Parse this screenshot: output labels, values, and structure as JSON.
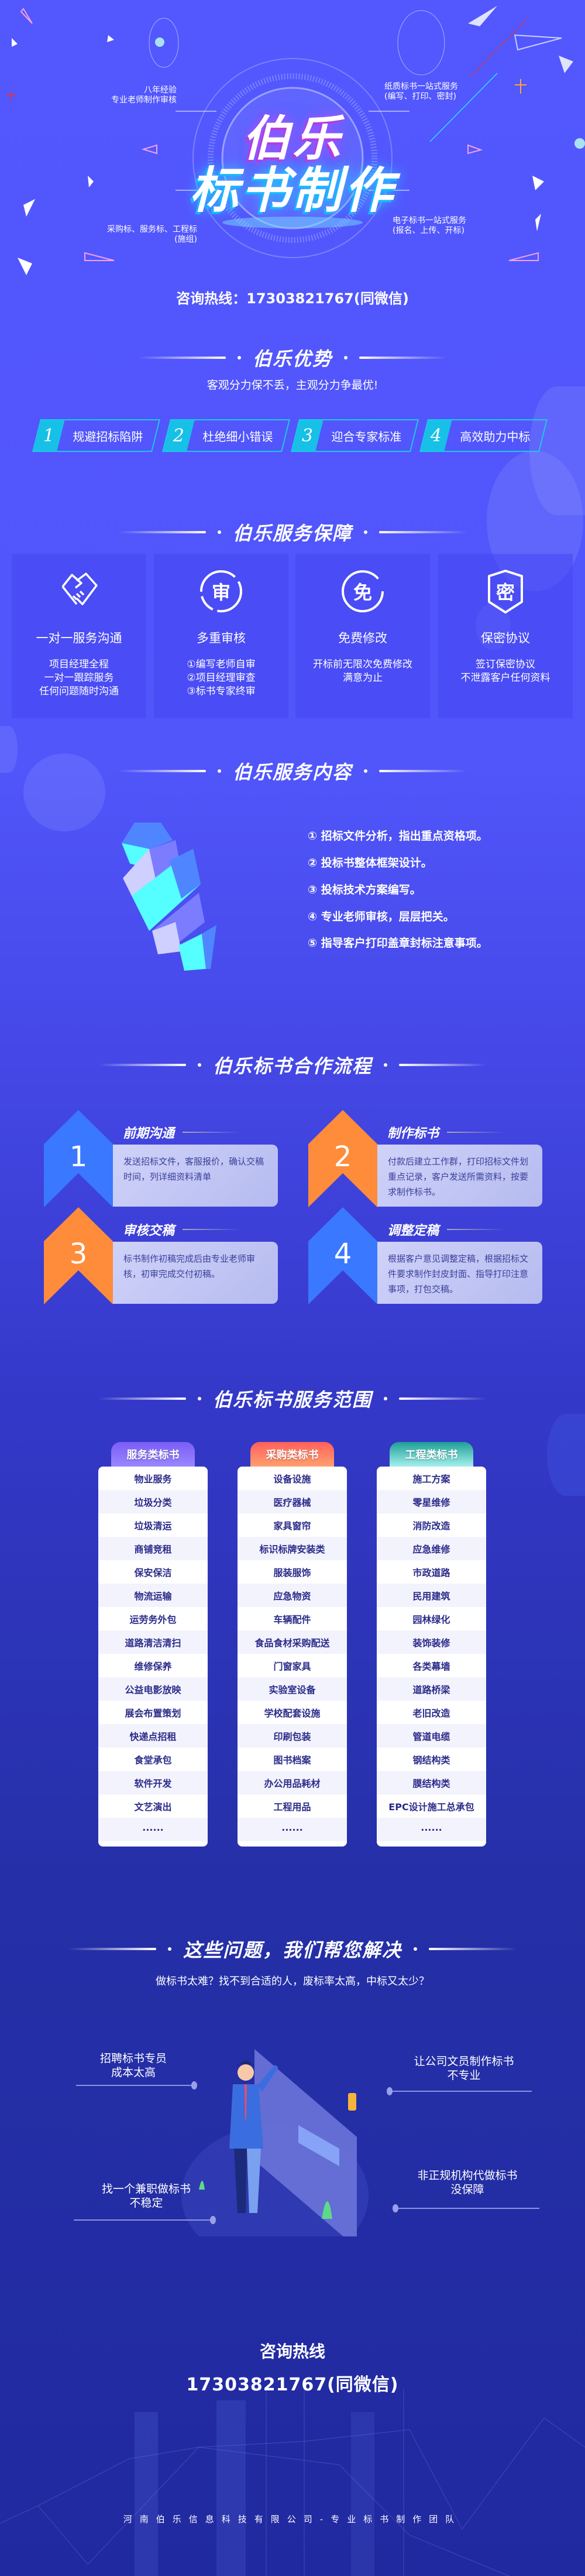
{
  "hero": {
    "title_line1": "伯乐",
    "title_line2": "标书制作",
    "labels": [
      {
        "line1": "八年经验",
        "line2": "专业老师制作审核"
      },
      {
        "line1": "纸质标书一站式服务",
        "line2": "(编写、打印、密封)"
      },
      {
        "line1": "采购标、服务标、工程标",
        "line2": "(施组)"
      },
      {
        "line1": "电子标书一站式服务",
        "line2": "(报名、上传、开标)"
      }
    ],
    "hotline": "咨询热线：17303821767(同微信)"
  },
  "advantages": {
    "title": "伯乐优势",
    "subtitle": "客观分力保不丢，主观分力争最优!",
    "items": [
      {
        "num": "1",
        "label": "规避招标陷阱"
      },
      {
        "num": "2",
        "label": "杜绝细小错误"
      },
      {
        "num": "3",
        "label": "迎合专家标准"
      },
      {
        "num": "4",
        "label": "高效助力中标"
      }
    ]
  },
  "guarantee": {
    "title": "伯乐服务保障",
    "cards": [
      {
        "icon": "handshake-icon",
        "icon_text": "",
        "heading": "一对一服务沟通",
        "lines": [
          "项目经理全程",
          "一对一跟踪服务",
          "任何问题随时沟通"
        ]
      },
      {
        "icon": "review-icon",
        "icon_text": "审",
        "heading": "多重审核",
        "lines": [
          "①编写老师自审",
          "②项目经理审查",
          "③标书专家终审"
        ]
      },
      {
        "icon": "free-icon",
        "icon_text": "免",
        "heading": "免费修改",
        "lines": [
          "开标前无限次免费修改",
          "满意为止"
        ]
      },
      {
        "icon": "secret-shield-icon",
        "icon_text": "密",
        "heading": "保密协议",
        "lines": [
          "签订保密协议",
          "不泄露客户任何资料"
        ]
      }
    ]
  },
  "content": {
    "title": "伯乐服务内容",
    "items": [
      "① 招标文件分析，指出重点资格项。",
      "② 投标书整体框架设计。",
      "③ 投标技术方案编写。",
      "④ 专业老师审核，层层把关。",
      "⑤ 指导客户打印盖章封标注意事项。"
    ]
  },
  "process": {
    "title": "伯乐标书合作流程",
    "steps": [
      {
        "num": "1",
        "heading": "前期沟通",
        "text": "发送招标文件，客服报价，确认交稿时间，列详细资料清单",
        "color": "#3a78ff"
      },
      {
        "num": "2",
        "heading": "制作标书",
        "text": "付款后建立工作群，打印招标文件划重点记录，客户发送所需资料，按要求制作标书。",
        "color": "#ff8c3a"
      },
      {
        "num": "3",
        "heading": "审核交稿",
        "text": "标书制作初稿完成后由专业老师审核，初审完成交付初稿。",
        "color": "#ff8c3a"
      },
      {
        "num": "4",
        "heading": "调整定稿",
        "text": "根据客户意见调整定稿，根据招标文件要求制作封皮封面、指导打印注意事项，打包交稿。",
        "color": "#3a78ff"
      }
    ]
  },
  "scope": {
    "title": "伯乐标书服务范围",
    "columns": [
      {
        "header": "服务类标书",
        "items": [
          "物业服务",
          "垃圾分类",
          "垃圾清运",
          "商铺竞租",
          "保安保洁",
          "物流运输",
          "运劳务外包",
          "道路清洁清扫",
          "维修保养",
          "公益电影放映",
          "展会布置策划",
          "快递点招租",
          "食堂承包",
          "软件开发",
          "文艺演出",
          "······"
        ]
      },
      {
        "header": "采购类标书",
        "items": [
          "设备设施",
          "医疗器械",
          "家具窗帘",
          "标识标牌安装类",
          "服装服饰",
          "应急物资",
          "车辆配件",
          "食品食材采购配送",
          "门窗家具",
          "实验室设备",
          "学校配套设施",
          "印刷包装",
          "图书档案",
          "办公用品耗材",
          "工程用品",
          "······"
        ]
      },
      {
        "header": "工程类标书",
        "items": [
          "施工方案",
          "零星维修",
          "消防改造",
          "应急维修",
          "市政道路",
          "民用建筑",
          "园林绿化",
          "装饰装修",
          "各类幕墙",
          "道路桥梁",
          "老旧改造",
          "管道电缆",
          "钢结构类",
          "膜结构类",
          "EPC设计施工总承包",
          "······"
        ]
      }
    ]
  },
  "problems": {
    "title": "这些问题，我们帮您解决",
    "subtitle": "做标书太难？找不到合适的人，废标率太高，中标又太少？",
    "points": [
      {
        "line1": "招聘标书专员",
        "line2": "成本太高"
      },
      {
        "line1": "让公司文员制作标书",
        "line2": "不专业"
      },
      {
        "line1": "找一个兼职做标书",
        "line2": "不稳定"
      },
      {
        "line1": "非正规机构代做标书",
        "line2": "没保障"
      }
    ]
  },
  "contact": {
    "title": "咨询热线",
    "phone": "17303821767(同微信)"
  },
  "footer": {
    "text": "河南伯乐信息科技有限公司-专业标书制作团队"
  }
}
